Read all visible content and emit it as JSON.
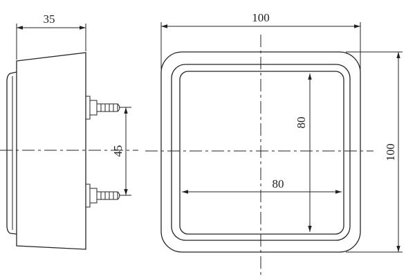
{
  "dimensions": {
    "side_depth": "35",
    "bolt_spacing": "45",
    "outer_width": "100",
    "outer_height": "100",
    "inner_width": "80",
    "inner_height": "80"
  },
  "colors": {
    "line": "#222222",
    "background": "#ffffff"
  }
}
